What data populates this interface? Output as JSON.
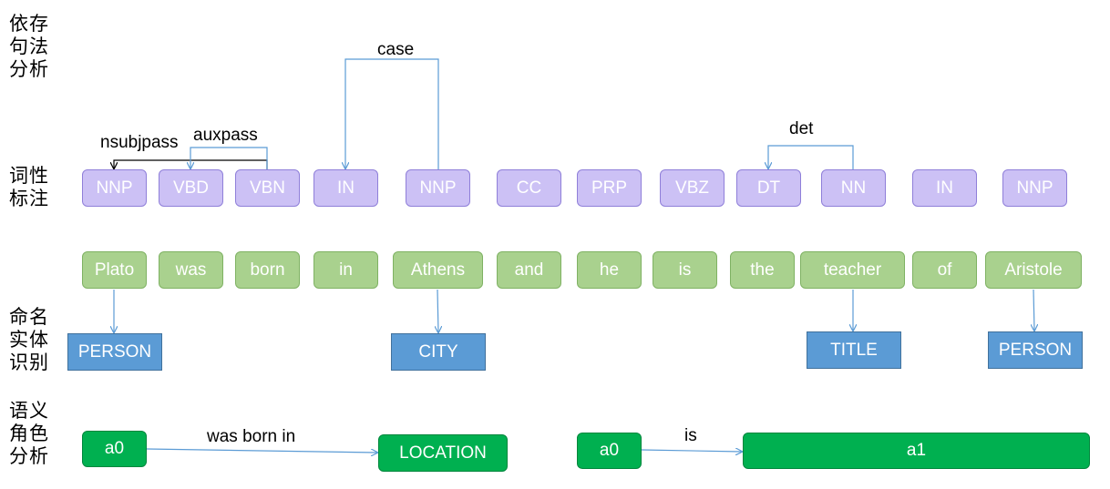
{
  "row_labels": {
    "dependency": "依存\n句法\n分析",
    "pos": "词性\n标注",
    "ner": "命名\n实体\n识别",
    "srl": "语义\n角色\n分析"
  },
  "pos_tags": [
    "NNP",
    "VBD",
    "VBN",
    "IN",
    "NNP",
    "CC",
    "PRP",
    "VBZ",
    "DT",
    "NN",
    "IN",
    "NNP"
  ],
  "words": [
    "Plato",
    "was",
    "born",
    "in",
    "Athens",
    "and",
    "he",
    "is",
    "the",
    "teacher",
    "of",
    "Aristole"
  ],
  "dependencies": {
    "case": "case",
    "nsubjpass": "nsubjpass",
    "auxpass": "auxpass",
    "det": "det"
  },
  "entities": [
    "PERSON",
    "CITY",
    "TITLE",
    "PERSON"
  ],
  "srl": {
    "left_arg0": "a0",
    "left_predicate": "was born in",
    "left_target": "LOCATION",
    "right_arg0": "a0",
    "right_predicate": "is",
    "right_arg1": "a1"
  },
  "colors": {
    "pos_fill": "#ccc1f5",
    "word_fill": "#a9d18e",
    "entity_fill": "#5b9bd5",
    "srl_fill": "#00b050",
    "arc": "#5b9bd5"
  }
}
